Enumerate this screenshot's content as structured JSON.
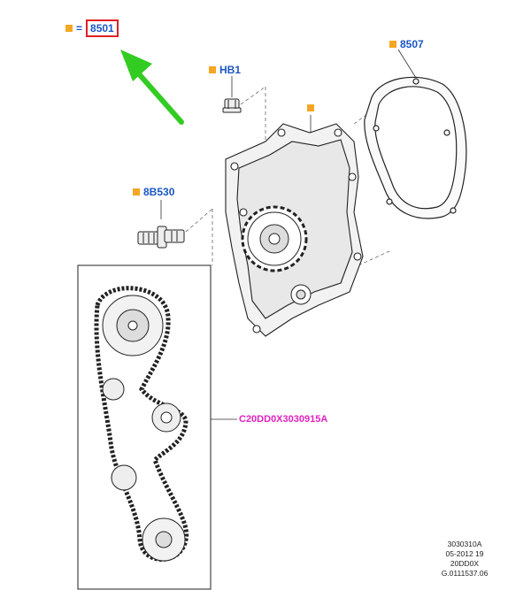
{
  "colors": {
    "accent": "#f5a623",
    "part_number": "#1a56c4",
    "highlight_box": "#e02020",
    "arrow": "#33cc22",
    "reference": "#e020c0",
    "line_art": "#222222"
  },
  "callouts": {
    "main_part": {
      "equals": "=",
      "number": "8501"
    },
    "gasket": {
      "number": "8507"
    },
    "bolt": {
      "number": "HB1"
    },
    "pump": {
      "number": ""
    },
    "stud": {
      "number": "8B530"
    }
  },
  "detail_reference": "C20DD0X3030915A",
  "stamp_lines": [
    "3030310A",
    "05-2012 19",
    "20DD0X",
    "G.0111537.06"
  ],
  "icons": [
    "pointer-arrow-icon",
    "callout-marker-icon"
  ]
}
